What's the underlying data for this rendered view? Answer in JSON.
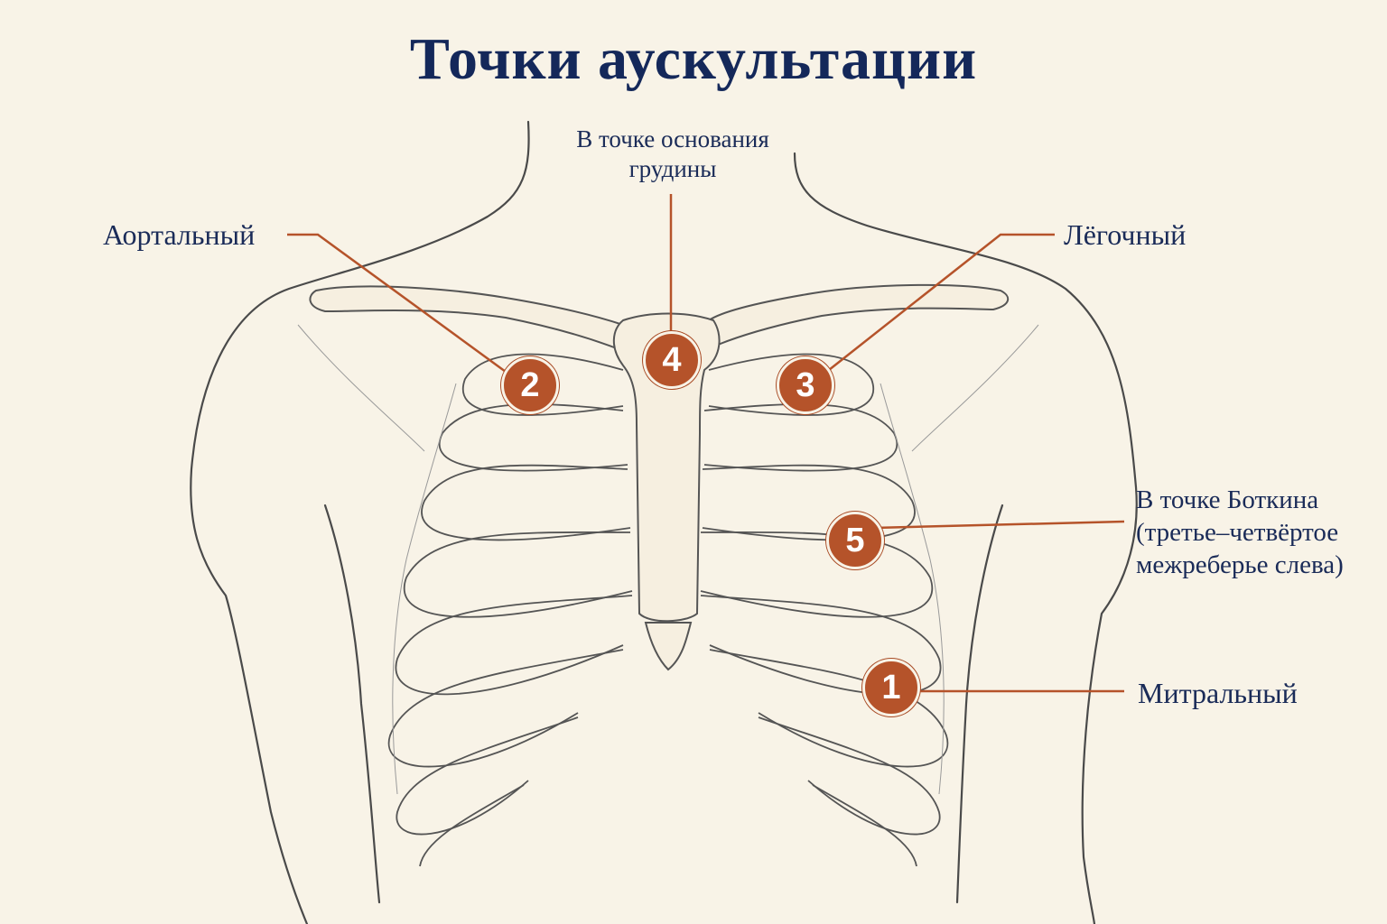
{
  "title": "Точки аускультации",
  "labels": {
    "sternum_base_line1": "В точке основания",
    "sternum_base_line2": "грудины",
    "aortic": "Аортальный",
    "pulmonary": "Лёгочный",
    "botkin_line1": "В точке Боткина",
    "botkin_line2": "(третье–четвёртое",
    "botkin_line3": "межреберье слева)",
    "mitral": "Митральный"
  },
  "markers": {
    "m1": "1",
    "m2": "2",
    "m3": "3",
    "m4": "4",
    "m5": "5"
  },
  "colors": {
    "marker": "#b5532a",
    "text": "#1a2b58",
    "background": "#f8f3e7"
  }
}
